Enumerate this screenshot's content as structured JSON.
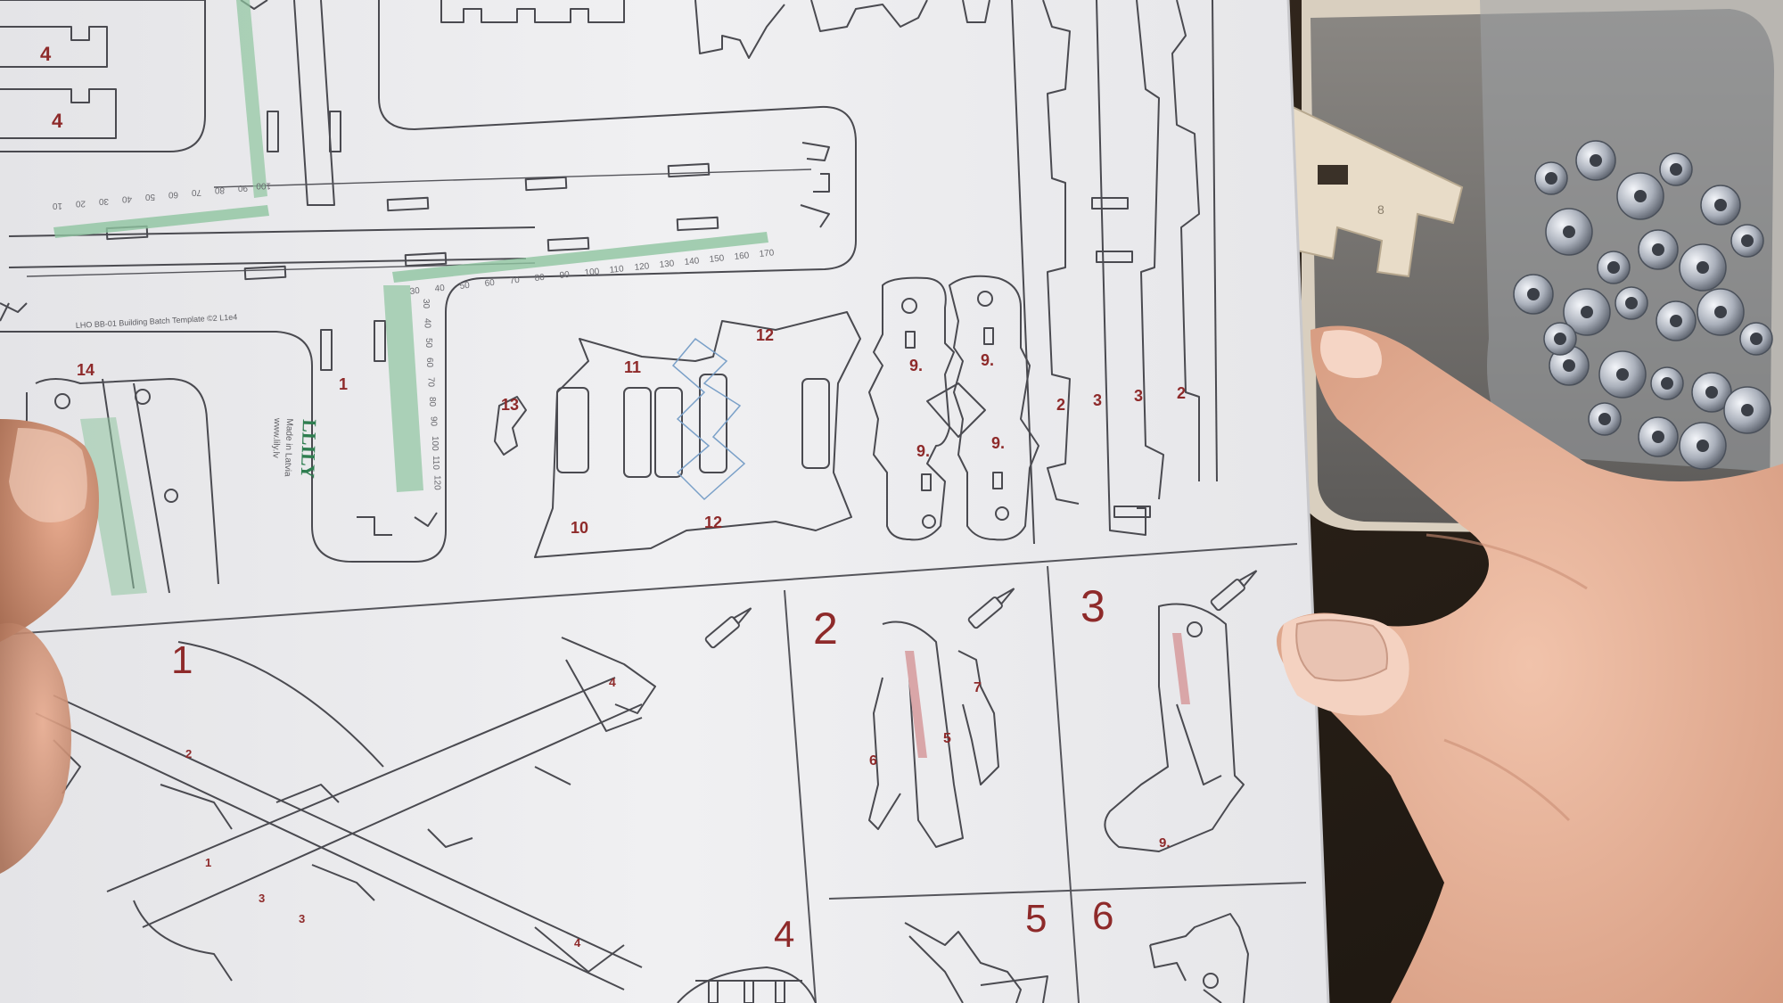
{
  "sheet": {
    "part_numbers": {
      "p4a": "4",
      "p4b": "4",
      "p14": "14",
      "p1": "1",
      "p13": "13",
      "p11": "11",
      "p12a": "12",
      "p12b": "12",
      "p10": "10",
      "p9a": "9.",
      "p9b": "9.",
      "p9c": "9.",
      "p9d": "9.",
      "p2a": "2",
      "p3a": "3",
      "p3b": "3",
      "p2b": "2"
    },
    "ruler_labels": {
      "bottom": [
        "30",
        "40",
        "50",
        "60",
        "70",
        "80",
        "90",
        "100",
        "110",
        "120",
        "130",
        "140",
        "150",
        "160",
        "170"
      ],
      "top": [
        "10",
        "20",
        "30",
        "40",
        "50",
        "60",
        "70",
        "80",
        "90",
        "100"
      ],
      "vertical": [
        "30",
        "40",
        "50",
        "60",
        "70",
        "80",
        "90",
        "100",
        "110",
        "120"
      ]
    },
    "small_print": "LHO BB-01 Building Batch Template ©2 L1e4",
    "brand_logo_text": "LLILY",
    "made_in_text": "Made in Latvia",
    "website_text": "www.lily.lv"
  },
  "instructions": {
    "steps": [
      "1",
      "2",
      "3",
      "4",
      "5",
      "6"
    ],
    "diagram_labels": {
      "s1_4": "4",
      "s1_2": "2",
      "s1_1": "1",
      "s1_3a": "3",
      "s1_3b": "3",
      "s1_4b": "4",
      "s2_7": "7",
      "s2_5": "5",
      "s2_6": "6",
      "s3_9": "9."
    }
  },
  "colors": {
    "paper": "#ececee",
    "cut_lines": "#4a4a50",
    "part_numbers": "#8e2a2a",
    "ruler_green": "#8fc4a0",
    "wood": "#e2d6c2",
    "tray": "#6d6c6a",
    "skin": "#e7b29a"
  }
}
